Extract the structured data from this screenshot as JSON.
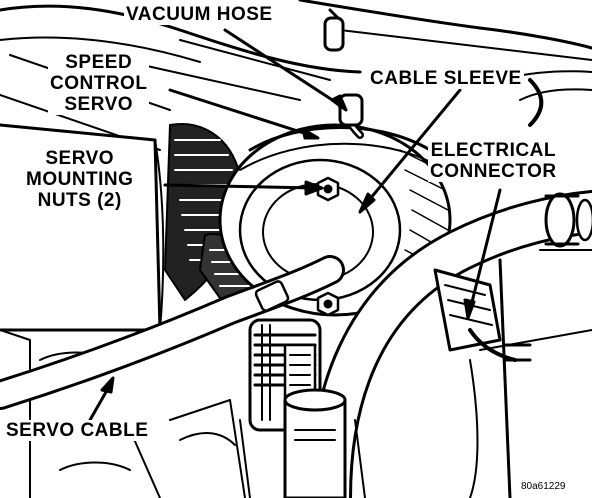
{
  "labels": {
    "vacuum_hose": "VACUUM HOSE",
    "speed_control_servo": "SPEED\nCONTROL\nSERVO",
    "cable_sleeve": "CABLE SLEEVE",
    "electrical_connector": "ELECTRICAL\nCONNECTOR",
    "servo_mounting_nuts": "SERVO\nMOUNTING\nNUTS (2)",
    "servo_cable": "SERVO CABLE"
  },
  "figure_id": "80a61229"
}
